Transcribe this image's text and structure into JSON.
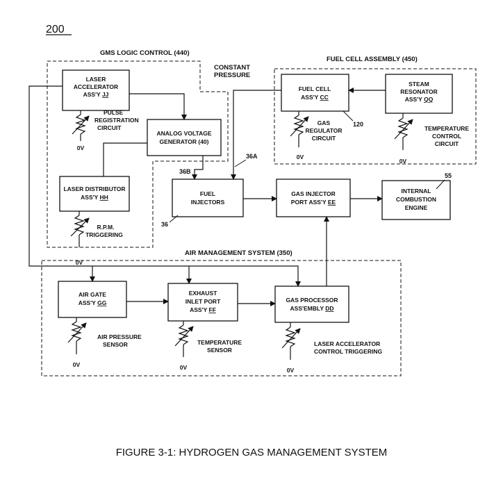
{
  "figure_number": "200",
  "caption": "FIGURE 3-1: HYDROGEN GAS MANAGEMENT SYSTEM",
  "groups": {
    "gms": "GMS LOGIC CONTROL (440)",
    "fuel_cell": "FUEL CELL ASSEMBLY (450)",
    "air_mgmt": "AIR MANAGEMENT SYSTEM (350)"
  },
  "constant_pressure": [
    "CONSTANT",
    "PRESSURE"
  ],
  "blocks": {
    "laser_accel": {
      "lines": [
        "LASER",
        "ACCELERATOR"
      ],
      "prefix": "ASS'Y ",
      "code": "JJ"
    },
    "analog_voltage": {
      "lines": [
        "ANALOG VOLTAGE",
        "GENERATOR (40)"
      ]
    },
    "laser_dist": {
      "lines": [
        "LASER DISTRIBUTOR"
      ],
      "prefix": "ASS'Y ",
      "code": "HH"
    },
    "fuel_cell": {
      "lines": [
        "FUEL CELL"
      ],
      "prefix": "ASS'Y ",
      "code": "CC"
    },
    "steam": {
      "lines": [
        "STEAM",
        "RESONATOR"
      ],
      "prefix": "ASS'Y ",
      "code": "QQ"
    },
    "fuel_inj": {
      "lines": [
        "FUEL",
        "INJECTORS"
      ]
    },
    "gas_inj": {
      "lines": [
        "GAS INJECTOR"
      ],
      "prefix": "PORT ASS'Y ",
      "code": "EE"
    },
    "engine": {
      "lines": [
        "INTERNAL",
        "COMBUSTION",
        "ENGINE"
      ]
    },
    "air_gate": {
      "lines": [
        "AIR GATE"
      ],
      "prefix": "ASS'Y ",
      "code": "GG"
    },
    "exhaust": {
      "lines": [
        "EXHAUST",
        "INLET PORT"
      ],
      "prefix": "ASS'Y ",
      "code": "FF"
    },
    "gas_proc": {
      "lines": [
        "GAS PROCESSOR"
      ],
      "prefix": "ASS'EMBLY ",
      "code": "DD"
    }
  },
  "resistor_labels": {
    "pulse": [
      "PULSE",
      "REGISTRATION",
      "CIRCUIT"
    ],
    "rpm": [
      "R.P.M.",
      "TRIGGERING"
    ],
    "gas_reg": [
      "GAS",
      "REGULATOR",
      "CIRCUIT"
    ],
    "temp_ctrl": [
      "TEMPERATURE",
      "CONTROL",
      "CIRCUIT"
    ],
    "air_pressure": [
      "AIR PRESSURE",
      "SENSOR"
    ],
    "temp_sensor": [
      "TEMPERATURE",
      "SENSOR"
    ],
    "laser_trig": [
      "LASER ACCELERATOR",
      "CONTROL TRIGGERING"
    ]
  },
  "ground": "0V",
  "refs": {
    "r120": "120",
    "r55": "55",
    "r36": "36",
    "r36a": "36A",
    "r36b": "36B"
  }
}
